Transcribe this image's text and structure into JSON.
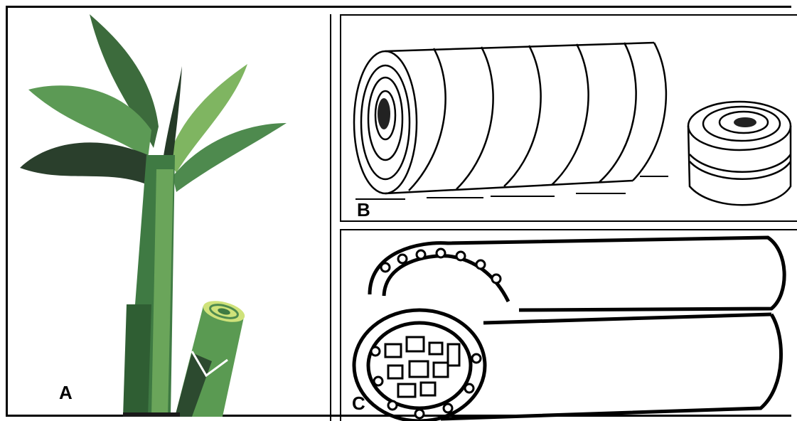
{
  "panels": {
    "a": {
      "label": "A",
      "subject": "banana-plant"
    },
    "b": {
      "label": "B",
      "subject": "sliced-pseudostem"
    },
    "c": {
      "label": "C",
      "subject": "split-pseudostem"
    }
  },
  "colors": {
    "leaf_dark": "#2c4a2f",
    "leaf_mid": "#4e8a4e",
    "leaf_light": "#7fb561",
    "stem": "#3f7a43",
    "outline": "#000000"
  }
}
